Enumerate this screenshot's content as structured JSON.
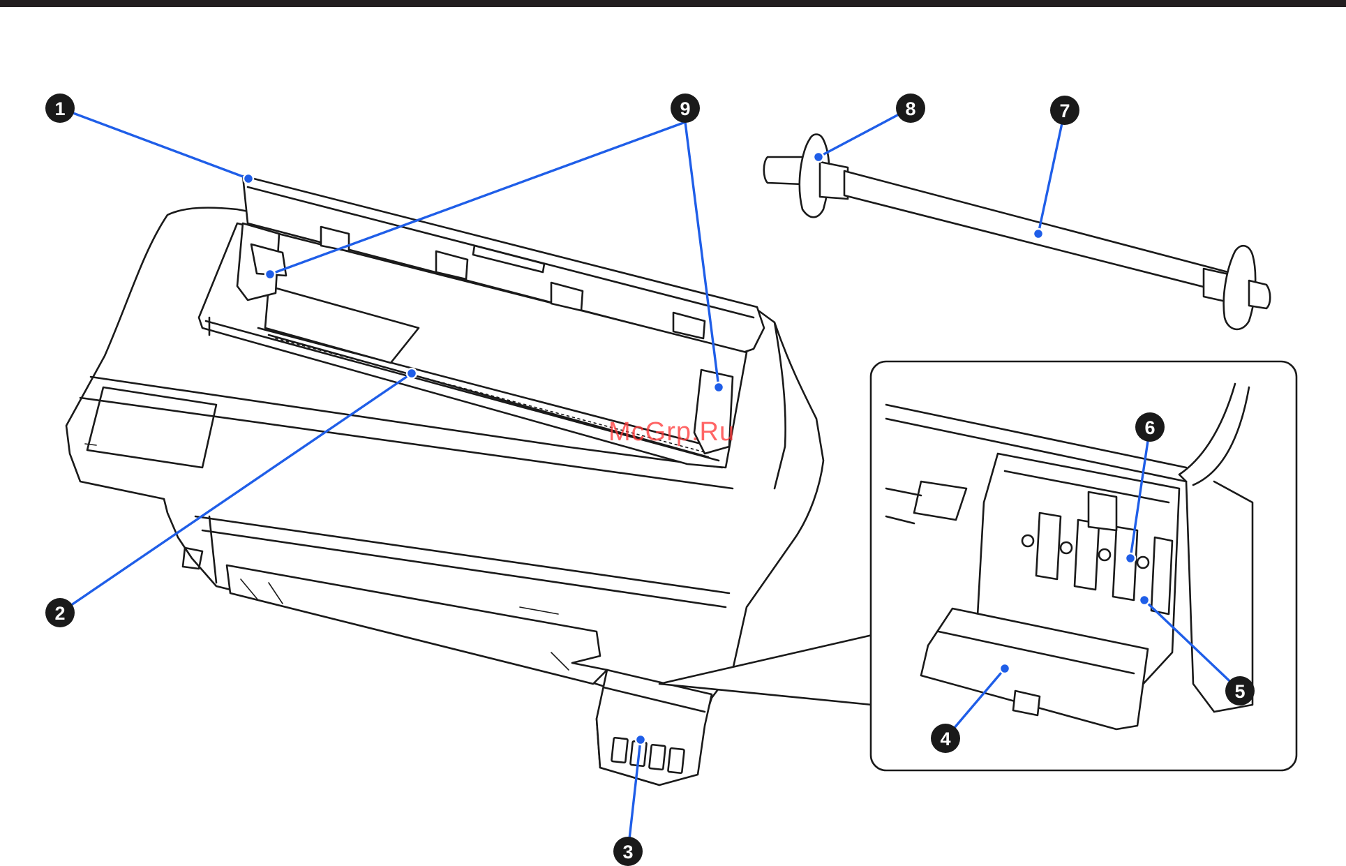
{
  "watermark": "McGrp.Ru",
  "colors": {
    "leader": "#1f5ee8",
    "badge": "#1a1a1a",
    "watermark": "#ff3b3b",
    "top_bar": "#231f20"
  },
  "callouts": [
    {
      "number": "1"
    },
    {
      "number": "2"
    },
    {
      "number": "3"
    },
    {
      "number": "4"
    },
    {
      "number": "5"
    },
    {
      "number": "6"
    },
    {
      "number": "7"
    },
    {
      "number": "8"
    },
    {
      "number": "9"
    }
  ]
}
